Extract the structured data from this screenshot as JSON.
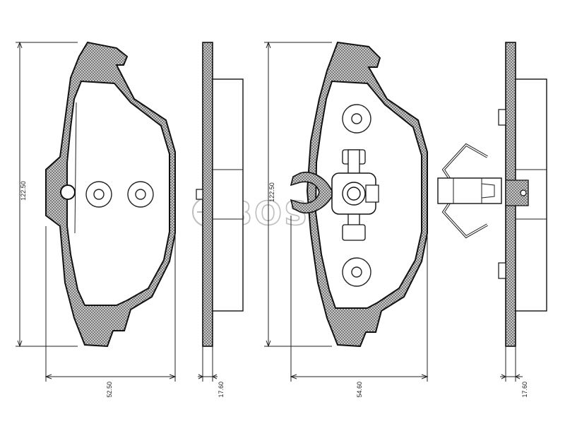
{
  "watermark": "BOSCH",
  "dimensions": {
    "pad1_height": "122.50",
    "pad1_width": "52.50",
    "pad1_thickness": "17.60",
    "pad2_height": "122.50",
    "pad2_width": "54.60",
    "pad2_thickness": "17.60"
  },
  "colors": {
    "line": "#222222",
    "hatch": "#9a9a9a",
    "watermark": "#bdbdbd"
  }
}
